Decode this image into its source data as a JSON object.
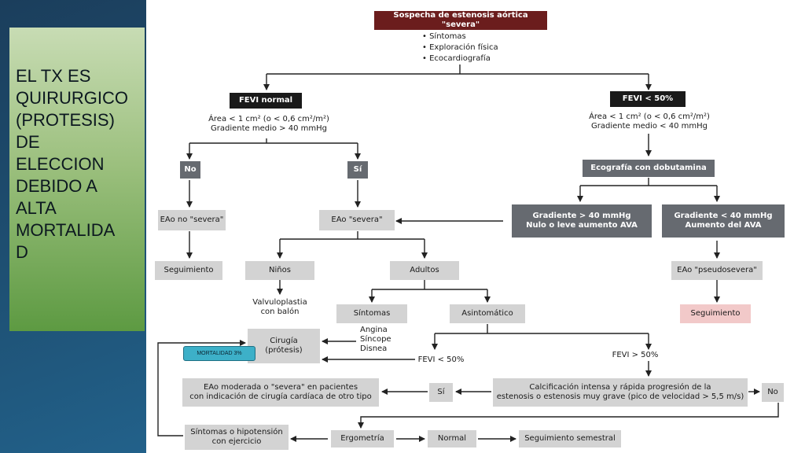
{
  "sidebar": {
    "text": "EL TX ES\nQUIRURGICO\n(PROTESIS)\nDE\nELECCION\nDEBIDO A\nALTA\nMORTALIDA\nD"
  },
  "badge": "MORTALIDAD 3%",
  "flowchart": {
    "top": "Sospecha de estenosis aórtica \"severa\"",
    "top_bullets": [
      "Síntomas",
      "Exploración física",
      "Ecocardiografía"
    ],
    "fevi_normal": "FEVI normal",
    "fevi_normal_criteria": "Área < 1 cm² (o < 0,6 cm²/m²)\nGradiente medio > 40 mmHg",
    "fevi_low": "FEVI < 50%",
    "fevi_low_criteria": "Área < 1 cm² (o < 0,6 cm²/m²)\nGradiente medio < 40 mmHg",
    "no": "No",
    "si": "Sí",
    "eao_no_severa": "EAo no \"severa\"",
    "eao_severa": "EAo \"severa\"",
    "seguimiento_1": "Seguimiento",
    "ninos": "Niños",
    "adultos": "Adultos",
    "valvuloplastia": "Valvuloplastia\ncon balón",
    "sintomas": "Síntomas",
    "asintomatico": "Asintomático",
    "symptom_list": "Angina\nSíncope\nDisnea",
    "cirugia": "Cirugía\n(prótesis)",
    "fevi_lt50": "FEVI < 50%",
    "fevi_gt50": "FEVI > 50%",
    "eco_dobutamina": "Ecografía con dobutamina",
    "gradiente_gt40": "Gradiente > 40 mmHg\nNulo o leve aumento AVA",
    "gradiente_lt40": "Gradiente < 40 mmHg\nAumento del AVA",
    "pseudosevera": "EAo \"pseudosevera\"",
    "seguimiento_2": "Seguimiento",
    "calcificacion": "Calcificación intensa y rápida progresión de la\nestenosis o estenosis muy grave (pico de velocidad > 5,5 m/s)",
    "no_2": "No",
    "si_2": "Sí",
    "eao_moderada": "EAo moderada o \"severa\" en pacientes\ncon indicación de cirugía cardíaca de otro tipo",
    "sintomas_hipotension": "Síntomas o hipotensión\ncon ejercicio",
    "ergometria": "Ergometría",
    "normal": "Normal",
    "seguimiento_semestral": "Seguimiento semestral"
  }
}
